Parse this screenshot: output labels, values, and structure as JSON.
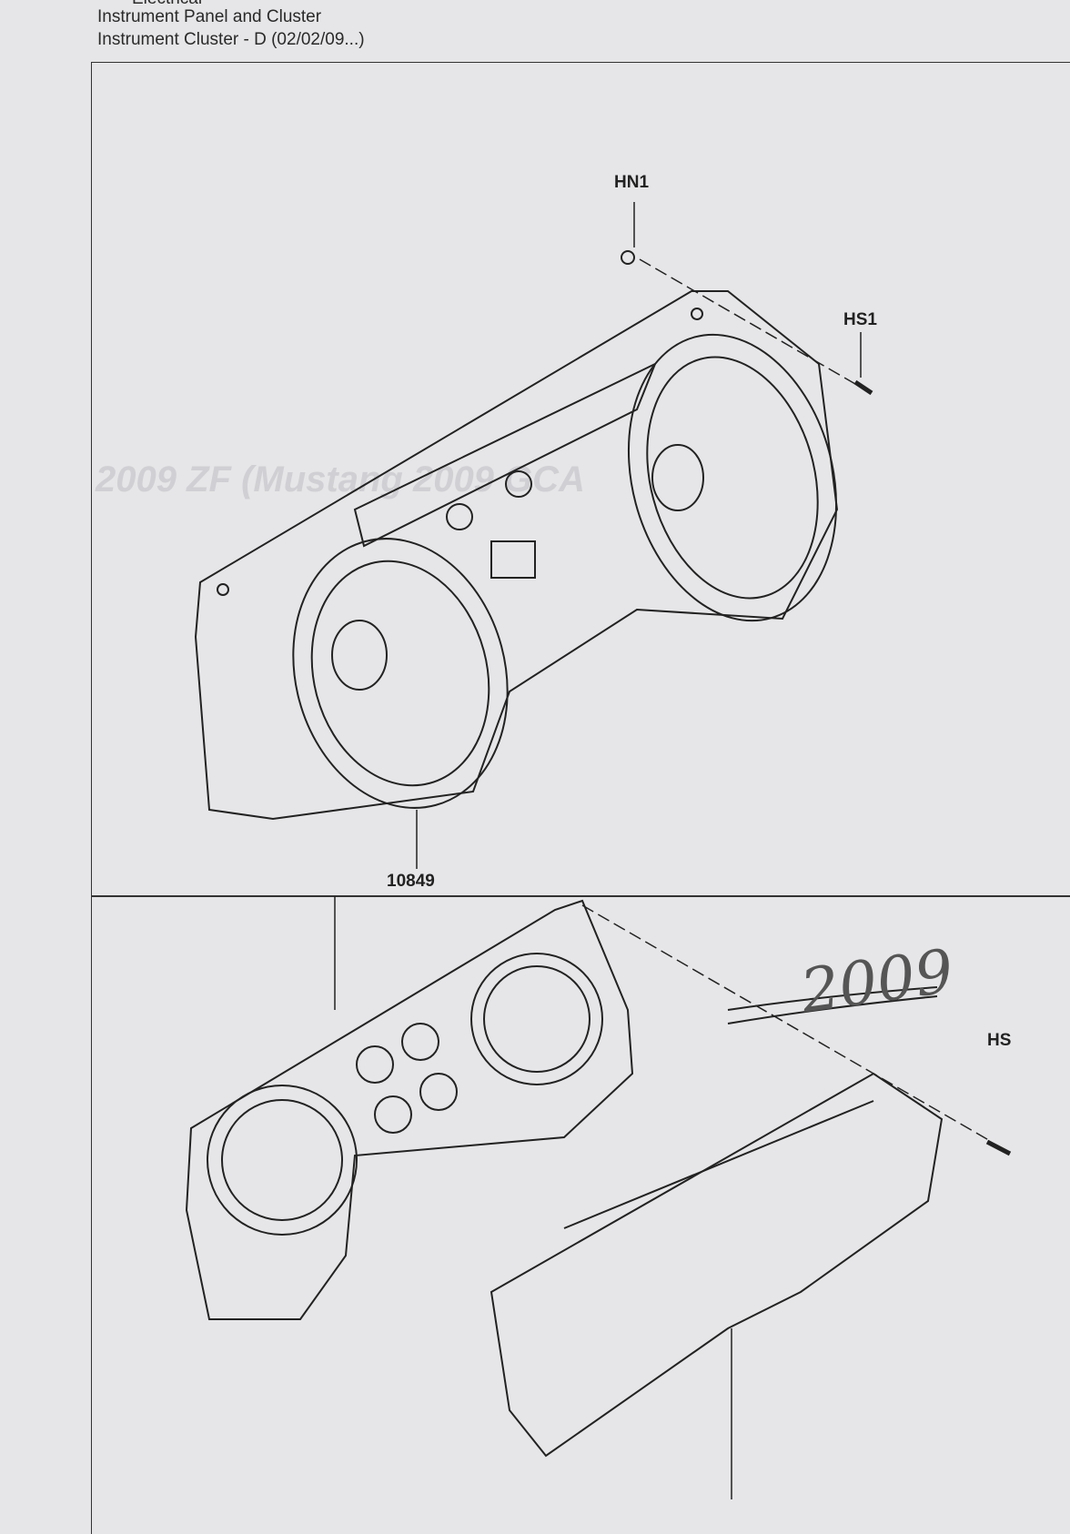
{
  "header": {
    "line1": "Electrical",
    "line2": "Instrument Panel and Cluster",
    "line3": "Instrument Cluster - D  (02/02/09...)"
  },
  "callouts": {
    "hn1": "HN1",
    "hs1": "HS1",
    "part": "10849",
    "hs_lower": "HS"
  },
  "watermark": "2009 ZF (Mustang 2009 GCA",
  "handwritten_note": "2009"
}
